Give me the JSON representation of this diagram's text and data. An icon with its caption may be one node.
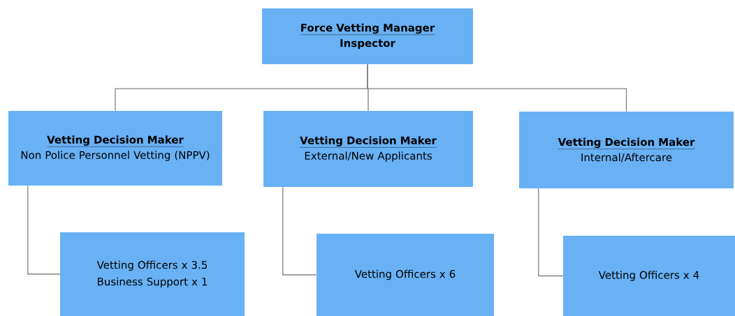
{
  "diagram": {
    "nodes": [
      {
        "text": [
          "Force Vetting Manager",
          "Inspector"
        ]
      },
      {
        "text": [
          "Vetting Decision Maker",
          "Non Police Personnel Vetting (NPPV)"
        ]
      },
      {
        "text": [
          "Vetting Decision Maker",
          "External/New Applicants"
        ]
      },
      {
        "text": [
          "Vetting Decision Maker",
          "Internal/Aftercare"
        ]
      },
      {
        "text": [
          "Vetting Officers x 3.5",
          "Business Support x 1"
        ]
      },
      {
        "text": [
          "Vetting Officers x 6"
        ]
      },
      {
        "text": [
          "Vetting Officers x 4"
        ]
      }
    ],
    "edges": [
      {
        "from": 0,
        "to": 1,
        "arrow": "none"
      },
      {
        "from": 0,
        "to": 2,
        "arrow": "none"
      },
      {
        "from": 0,
        "to": 3,
        "arrow": "none"
      },
      {
        "from": 1,
        "to": 4,
        "arrow": "none"
      },
      {
        "from": 2,
        "to": 5,
        "arrow": "none"
      },
      {
        "from": 3,
        "to": 6,
        "arrow": "none"
      }
    ]
  }
}
